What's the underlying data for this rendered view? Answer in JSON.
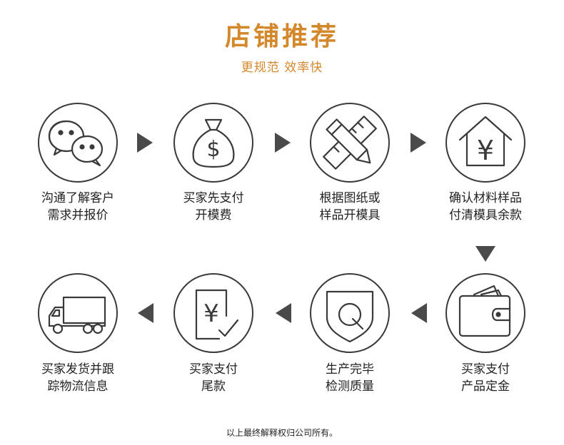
{
  "header": {
    "title": "店铺推荐",
    "subtitle": "更规范 效率快"
  },
  "steps": [
    {
      "icon": "chat-bubbles-icon",
      "line1": "沟通了解客户",
      "line2": "需求并报价"
    },
    {
      "icon": "money-bag-icon",
      "line1": "买家先支付",
      "line2": "开模费"
    },
    {
      "icon": "pencil-ruler-icon",
      "line1": "根据图纸或",
      "line2": "样品开模具"
    },
    {
      "icon": "house-yen-icon",
      "line1": "确认材料样品",
      "line2": "付清模具余款"
    },
    {
      "icon": "wallet-icon",
      "line1": "买家支付",
      "line2": "产品定金"
    },
    {
      "icon": "shield-q-icon",
      "line1": "生产完毕",
      "line2": "检测质量"
    },
    {
      "icon": "yen-document-check-icon",
      "line1": "买家支付",
      "line2": "尾款"
    },
    {
      "icon": "delivery-truck-icon",
      "line1": "买家发货并跟",
      "line2": "踪物流信息"
    }
  ],
  "footer": {
    "note": "以上最终解释权归公司所有。"
  },
  "colors": {
    "accent": "#d4882c",
    "line": "#3a3a3a",
    "arrow": "#4a4a4a"
  }
}
